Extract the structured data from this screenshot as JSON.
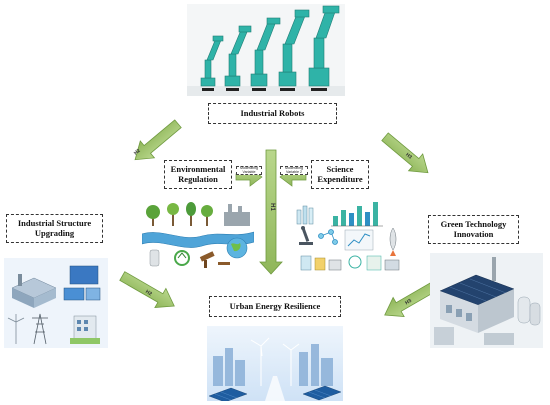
{
  "nodes": {
    "robots": "Industrial Robots",
    "env_reg": "Environmental\nRegulation",
    "science": "Science\nExpenditure",
    "industrial": "Industrial Structure\nUpgrading",
    "green": "Green Technology\nInnovation",
    "energy": "Urban Energy Resilience"
  },
  "moderators": {
    "left": "Moderating\nVariable",
    "right": "Moderating\nVariable 2"
  },
  "hypotheses": {
    "h1": "H1",
    "h2a": "H2",
    "h2b": "H2",
    "h3a": "H3",
    "h3b": "H3"
  },
  "colors": {
    "arrow_fill": "#9cc06a",
    "arrow_stroke": "#6f9a3f",
    "robot_teal": "#2fb3a8",
    "panel_blue": "#dbe9f8"
  }
}
